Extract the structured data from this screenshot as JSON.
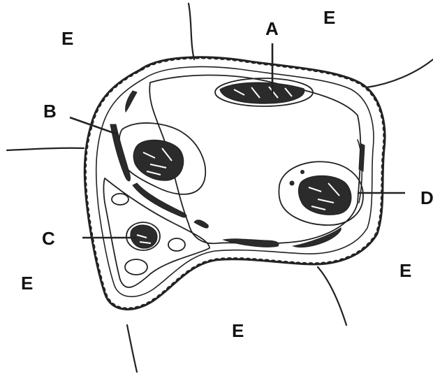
{
  "diagram": {
    "labels": {
      "a": "A",
      "b": "B",
      "c": "C",
      "d": "D",
      "e1": "E",
      "e2": "E",
      "e3": "E",
      "e4": "E",
      "e5": "E"
    },
    "colors": {
      "ink": "#222222",
      "background": "#ffffff",
      "label": "#111111"
    }
  }
}
